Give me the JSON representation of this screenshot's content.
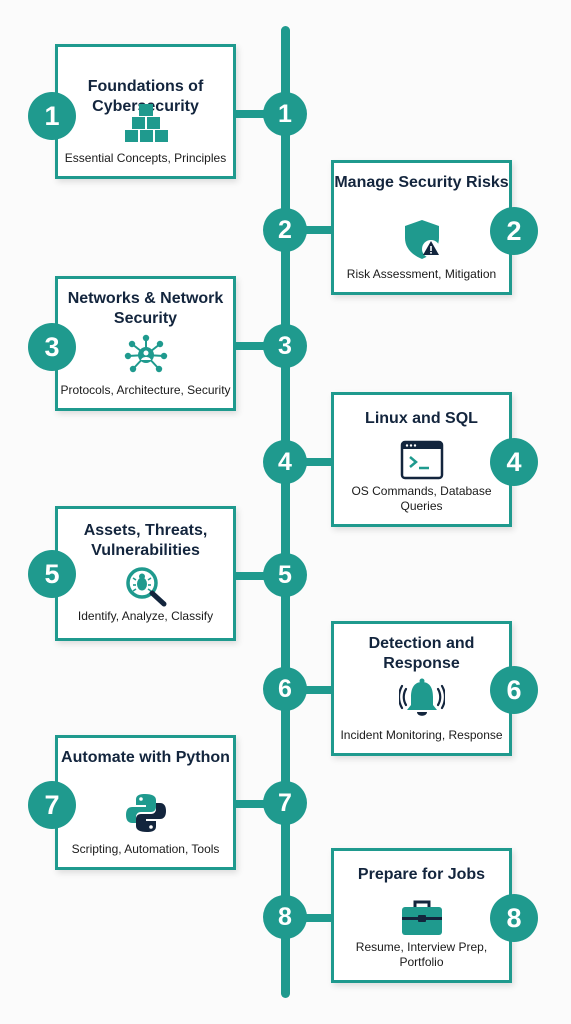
{
  "steps": [
    {
      "number": "1",
      "title": "Foundations of Cybersecurity",
      "description": "Essential Concepts, Principles",
      "icon": "stacked-blocks-icon",
      "side": "left"
    },
    {
      "number": "2",
      "title": "Manage Security Risks",
      "description": "Risk Assessment, Mitigation",
      "icon": "shield-warning-icon",
      "side": "right"
    },
    {
      "number": "3",
      "title": "Networks & Network Security",
      "description": "Protocols, Architecture, Security",
      "icon": "network-hub-icon",
      "side": "left"
    },
    {
      "number": "4",
      "title": "Linux and SQL",
      "description": "OS Commands, Database Queries",
      "icon": "terminal-window-icon",
      "side": "right"
    },
    {
      "number": "5",
      "title": "Assets, Threats, Vulnerabilities",
      "description": "Identify, Analyze, Classify",
      "icon": "magnifier-bug-icon",
      "side": "left"
    },
    {
      "number": "6",
      "title": "Detection and Response",
      "description": "Incident Monitoring, Response",
      "icon": "alarm-bell-icon",
      "side": "right"
    },
    {
      "number": "7",
      "title": "Automate with Python",
      "description": "Scripting, Automation, Tools",
      "icon": "python-logo-icon",
      "side": "left"
    },
    {
      "number": "8",
      "title": "Prepare for Jobs",
      "description": "Resume, Interview Prep, Portfolio",
      "icon": "briefcase-icon",
      "side": "right"
    }
  ],
  "colors": {
    "accent": "#1f9a8e",
    "title": "#13253d",
    "background": "#fbfbfb"
  }
}
